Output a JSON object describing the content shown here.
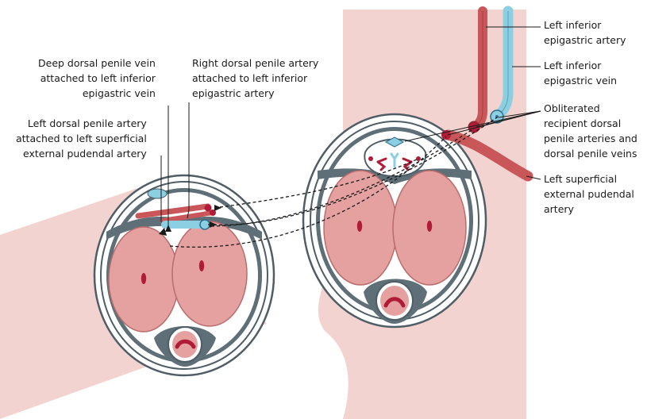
{
  "labels": {
    "deep_dorsal_vein": [
      "Deep dorsal penile vein",
      "attached to left inferior",
      "epigastric vein"
    ],
    "right_dorsal_artery": [
      "Right dorsal penile artery",
      "attached to left inferior",
      "epigastric artery"
    ],
    "left_dorsal_artery": [
      "Left dorsal penile artery",
      "attached to left superficial",
      "external pudendal artery"
    ],
    "left_inferior_epigastric_artery": [
      "Left inferior",
      "epigastric artery"
    ],
    "left_inferior_epigastric_vein": [
      "Left inferior",
      "epigastric vein"
    ],
    "obliterated_recipient": [
      "Obliterated",
      "recipient dorsal",
      "penile arteries and",
      "dorsal penile veins"
    ],
    "left_superficial_pudendal": [
      "Left superficial",
      "external pudendal",
      "artery"
    ]
  },
  "colors": {
    "skin": "#f3d3d0",
    "corpus": "#e5a1a0",
    "artery": "#c9575a",
    "vein": "#8ccfe2",
    "fascia": "#5e6f78",
    "dark_red": "#b01c37"
  }
}
